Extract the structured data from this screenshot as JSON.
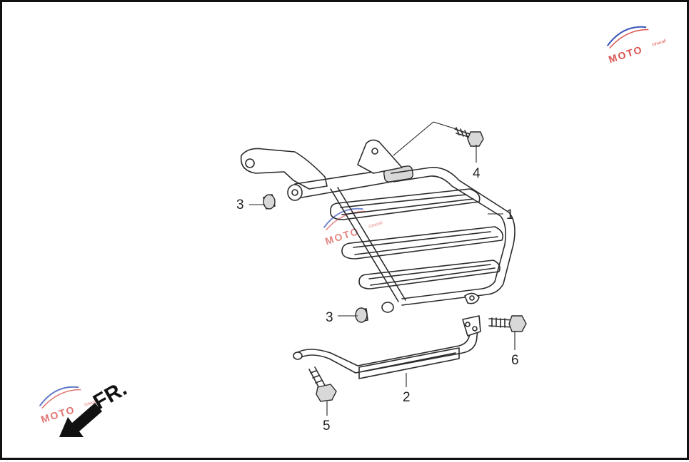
{
  "callouts": [
    {
      "id": "1",
      "label": "1"
    },
    {
      "id": "2",
      "label": "2"
    },
    {
      "id": "3a",
      "label": "3"
    },
    {
      "id": "3b",
      "label": "3"
    },
    {
      "id": "4",
      "label": "4"
    },
    {
      "id": "5",
      "label": "5"
    },
    {
      "id": "6",
      "label": "6"
    }
  ],
  "direction_label": "FR.",
  "watermark": {
    "text": "MOTO",
    "subtext": "Ghazali"
  },
  "colors": {
    "border": "#111111",
    "line": "#2b2b2b",
    "watermark_red": "#d9534f",
    "watermark_blue": "#3b57b8"
  }
}
